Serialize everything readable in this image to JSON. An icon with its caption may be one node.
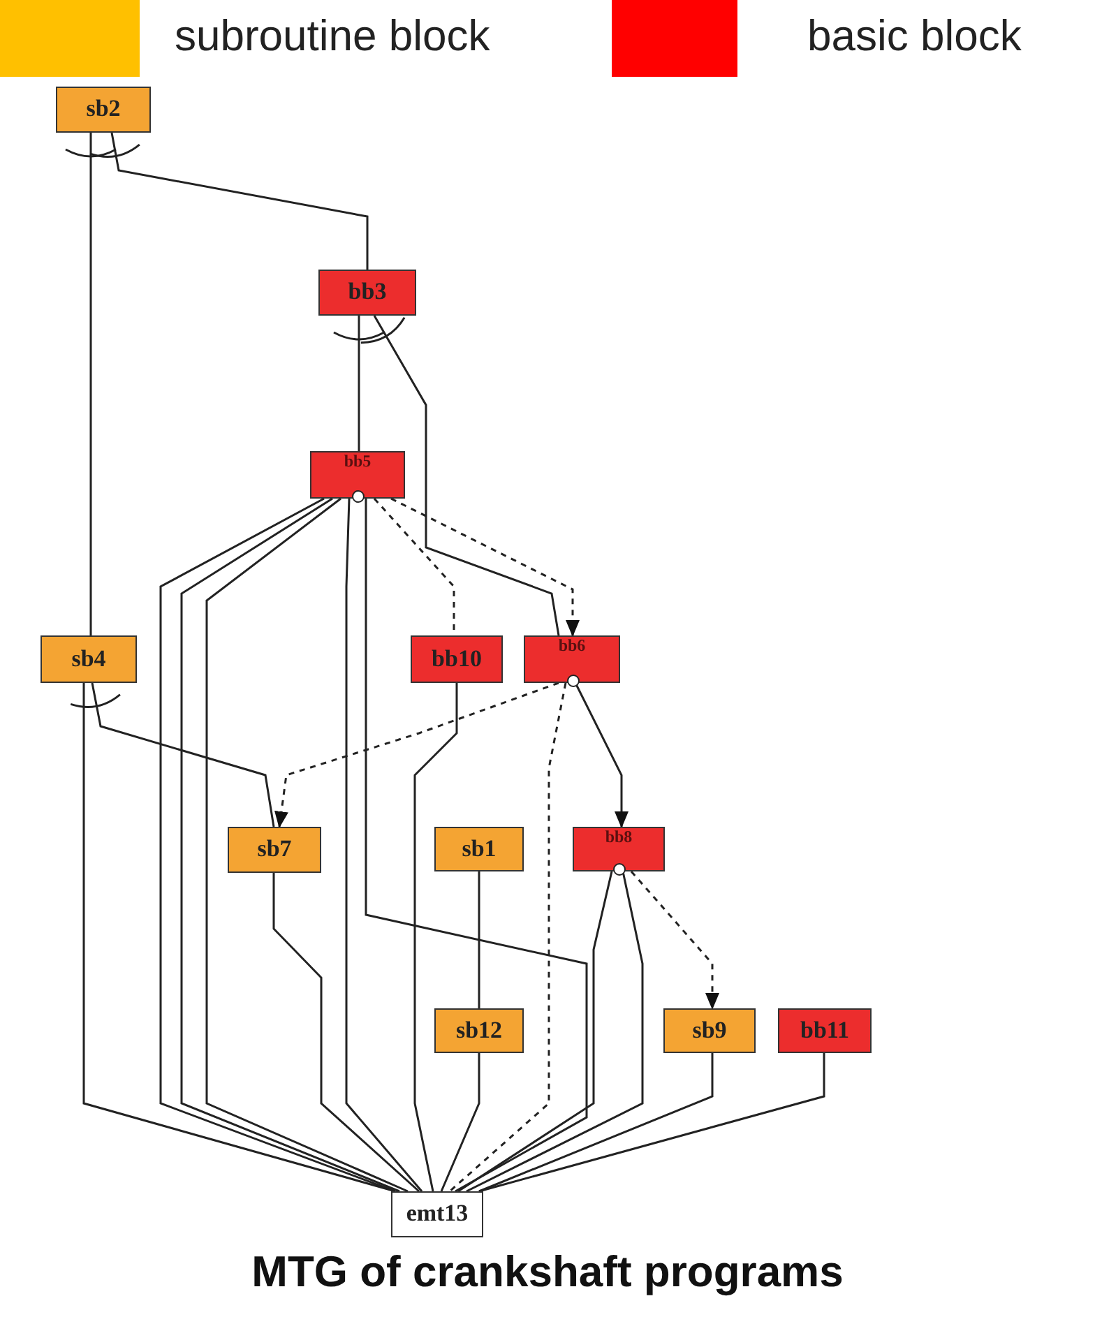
{
  "diagram": {
    "caption": "MTG of crankshaft programs",
    "nodes": [
      {
        "text": [
          "sb2"
        ]
      },
      {
        "text": [
          "bb3"
        ]
      },
      {
        "text": [
          "bb5"
        ]
      },
      {
        "text": [
          "sb4"
        ]
      },
      {
        "text": [
          "bb10"
        ]
      },
      {
        "text": [
          "bb6"
        ]
      },
      {
        "text": [
          "sb7"
        ]
      },
      {
        "text": [
          "sb1"
        ]
      },
      {
        "text": [
          "bb8"
        ]
      },
      {
        "text": [
          "sb12"
        ]
      },
      {
        "text": [
          "sb9"
        ]
      },
      {
        "text": [
          "bb11"
        ]
      },
      {
        "text": [
          "emt13"
        ]
      }
    ],
    "edges": [
      {
        "from": 3,
        "to": 0,
        "arrow": "other"
      },
      {
        "from": 1,
        "to": 0,
        "arrow": "other"
      },
      {
        "from": 2,
        "to": 1,
        "arrow": "other"
      },
      {
        "from": 5,
        "to": 1,
        "arrow": "other"
      },
      {
        "from": 2,
        "to": 5,
        "arrow": "to",
        "style": "dashed"
      },
      {
        "from": 2,
        "to": 4,
        "arrow": "none",
        "style": "dashed"
      },
      {
        "from": 6,
        "to": 3,
        "arrow": "other"
      },
      {
        "from": 5,
        "to": 6,
        "arrow": "to",
        "style": "dashed"
      },
      {
        "from": 5,
        "to": 8,
        "arrow": "to"
      },
      {
        "from": 5,
        "to": 12,
        "arrow": "none",
        "style": "dashed"
      },
      {
        "from": 8,
        "to": 10,
        "arrow": "to",
        "style": "dashed"
      },
      {
        "from": 8,
        "to": 12,
        "arrow": "none"
      },
      {
        "from": 8,
        "to": 12,
        "arrow": "none"
      },
      {
        "from": 7,
        "to": 9,
        "arrow": "none"
      },
      {
        "from": 9,
        "to": 12,
        "arrow": "none"
      },
      {
        "from": 10,
        "to": 12,
        "arrow": "none"
      },
      {
        "from": 11,
        "to": 12,
        "arrow": "none"
      },
      {
        "from": 3,
        "to": 12,
        "arrow": "none"
      },
      {
        "from": 6,
        "to": 12,
        "arrow": "none"
      },
      {
        "from": 4,
        "to": 12,
        "arrow": "none"
      },
      {
        "from": 2,
        "to": 12,
        "arrow": "none"
      },
      {
        "from": 2,
        "to": 12,
        "arrow": "none"
      },
      {
        "from": 2,
        "to": 12,
        "arrow": "none"
      },
      {
        "from": 2,
        "to": 12,
        "arrow": "none"
      },
      {
        "from": 2,
        "to": 12,
        "arrow": "none"
      }
    ],
    "legend": [
      {
        "text": "subroutine block",
        "color": "#ffc000"
      },
      {
        "text": "basic block",
        "color": "#ff0000"
      }
    ]
  }
}
